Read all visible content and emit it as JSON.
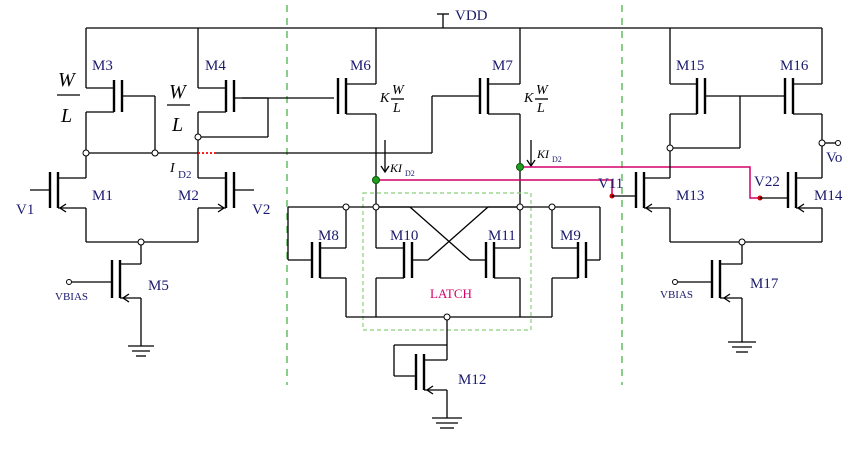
{
  "labels": {
    "vdd": "VDD",
    "m1": "M1",
    "m2": "M2",
    "m3": "M3",
    "m4": "M4",
    "m5": "M5",
    "m6": "M6",
    "m7": "M7",
    "m8": "M8",
    "m9": "M9",
    "m10": "M10",
    "m11": "M11",
    "m12": "M12",
    "m13": "M13",
    "m14": "M14",
    "m15": "M15",
    "m16": "M16",
    "m17": "M17",
    "v1": "V1",
    "v2": "V2",
    "vbias_left": "VBIAS",
    "vbias_right": "VBIAS",
    "v11": "V11",
    "v22": "V22",
    "vo": "Vo",
    "w": "W",
    "l": "L",
    "kw": "W",
    "kl": "L",
    "k": "K",
    "id2": "I",
    "id2_sub": "D2",
    "kid2_left": "KI",
    "kid2_left_sub": "D2",
    "kid2_right": "KI",
    "kid2_right_sub": "D2",
    "latch": "LATCH"
  }
}
